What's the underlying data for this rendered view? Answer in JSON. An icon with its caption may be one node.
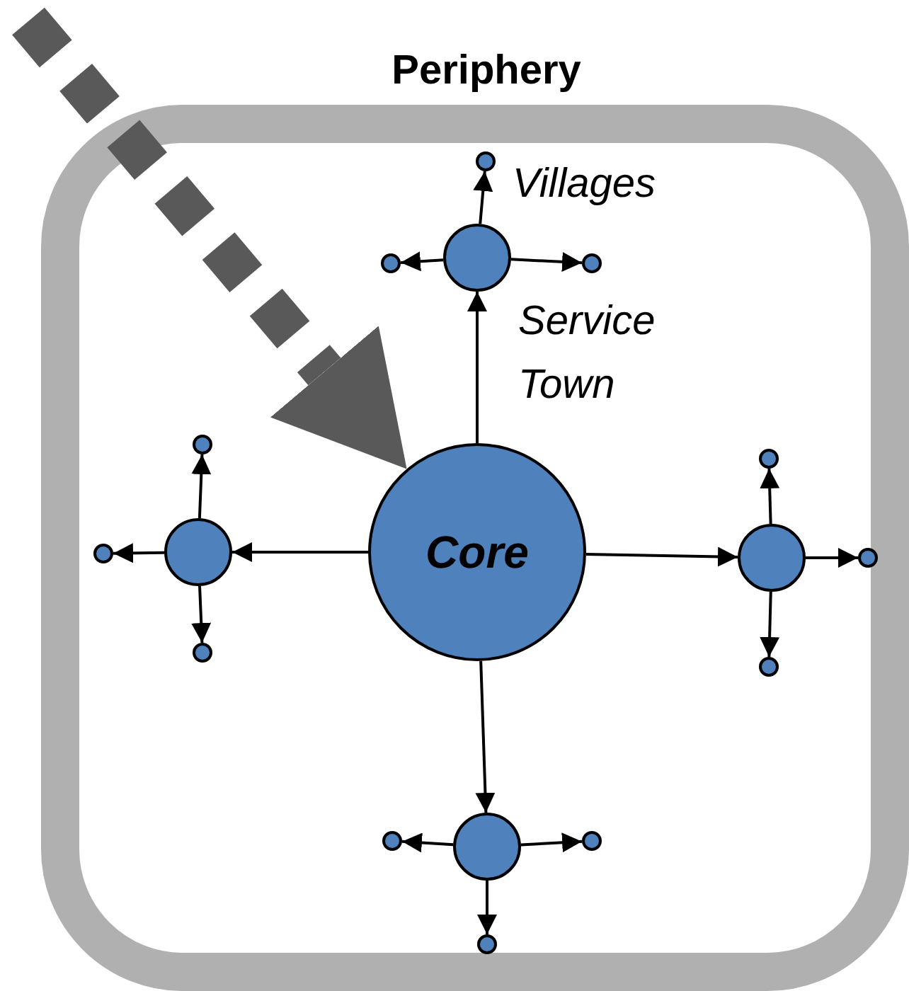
{
  "diagram": {
    "nodes": [
      {
        "text": [
          "Periphery"
        ]
      },
      {
        "text": [
          "Core"
        ],
        "in": 0
      },
      {
        "text": [],
        "shape": "circle",
        "in": 0,
        "beside": [
          "Service Town"
        ]
      },
      {
        "text": [],
        "shape": "circle",
        "in": 0,
        "beside": [
          "Villages"
        ]
      },
      {
        "text": [],
        "shape": "circle",
        "in": 0
      },
      {
        "text": [],
        "shape": "circle",
        "in": 0
      },
      {
        "text": [],
        "shape": "circle",
        "in": 0
      },
      {
        "text": [],
        "shape": "circle",
        "in": 0
      },
      {
        "text": [],
        "shape": "circle",
        "in": 0
      },
      {
        "text": [],
        "shape": "circle",
        "in": 0
      },
      {
        "text": [],
        "shape": "circle",
        "in": 0
      },
      {
        "text": [],
        "shape": "circle",
        "in": 0
      },
      {
        "text": [],
        "shape": "circle",
        "in": 0
      },
      {
        "text": [],
        "shape": "circle",
        "in": 0
      },
      {
        "text": [],
        "shape": "circle",
        "in": 0
      },
      {
        "text": [],
        "shape": "circle",
        "in": 0
      },
      {
        "text": [],
        "shape": "circle",
        "in": 0
      },
      {
        "text": [],
        "shape": "circle",
        "in": 0
      }
    ],
    "edges": [
      {
        "from": null,
        "to": 1,
        "arrow": "to",
        "style": "dashed",
        "color": "#595959"
      },
      {
        "from": 1,
        "to": 2,
        "arrow": "to"
      },
      {
        "from": 2,
        "to": 3,
        "arrow": "to"
      },
      {
        "from": 2,
        "to": 4,
        "arrow": "to"
      },
      {
        "from": 2,
        "to": 5,
        "arrow": "to"
      },
      {
        "from": 1,
        "to": 6,
        "arrow": "to"
      },
      {
        "from": 6,
        "to": 7,
        "arrow": "to"
      },
      {
        "from": 6,
        "to": 8,
        "arrow": "to"
      },
      {
        "from": 6,
        "to": 9,
        "arrow": "to"
      },
      {
        "from": 1,
        "to": 10,
        "arrow": "to"
      },
      {
        "from": 10,
        "to": 11,
        "arrow": "to"
      },
      {
        "from": 10,
        "to": 12,
        "arrow": "to"
      },
      {
        "from": 10,
        "to": 13,
        "arrow": "to"
      },
      {
        "from": 1,
        "to": 14,
        "arrow": "to"
      },
      {
        "from": 14,
        "to": 15,
        "arrow": "to"
      },
      {
        "from": 14,
        "to": 16,
        "arrow": "to"
      },
      {
        "from": 14,
        "to": 17,
        "arrow": "to"
      }
    ]
  }
}
